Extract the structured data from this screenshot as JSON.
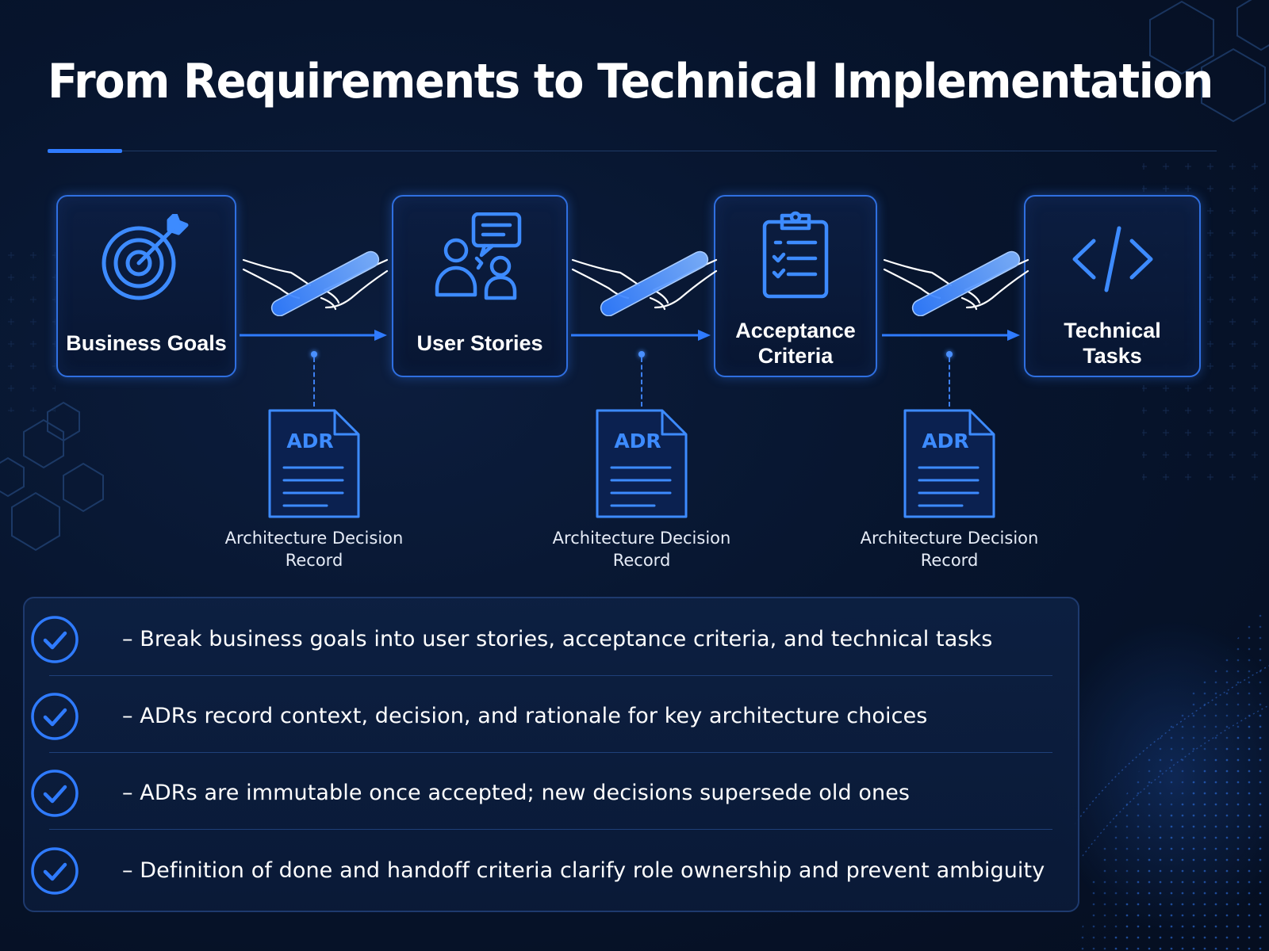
{
  "title": "From Requirements to Technical Implementation",
  "stages": [
    {
      "label": "Business Goals",
      "icon": "target-icon"
    },
    {
      "label": "User Stories",
      "icon": "user-chat-icon"
    },
    {
      "label": "Acceptance\nCriteria",
      "icon": "clipboard-checklist-icon"
    },
    {
      "label": "Technical\nTasks",
      "icon": "code-icon"
    }
  ],
  "handoff_icon": "baton-handoff-icon",
  "adrs": [
    {
      "badge": "ADR",
      "caption": "Architecture Decision\nRecord"
    },
    {
      "badge": "ADR",
      "caption": "Architecture Decision\nRecord"
    },
    {
      "badge": "ADR",
      "caption": "Architecture Decision\nRecord"
    }
  ],
  "bullets": [
    "– Break business goals into user stories, acceptance criteria, and technical tasks",
    "– ADRs record context, decision, and rationale for key architecture choices",
    "– ADRs are immutable once accepted; new decisions supersede old ones",
    "– Definition of done and handoff criteria clarify role ownership and prevent ambiguity"
  ],
  "colors": {
    "background": "#07152e",
    "accent": "#2f7bff",
    "stage_border": "#2f6fe0",
    "adr_text": "#3d8bff",
    "text": "#ffffff"
  }
}
